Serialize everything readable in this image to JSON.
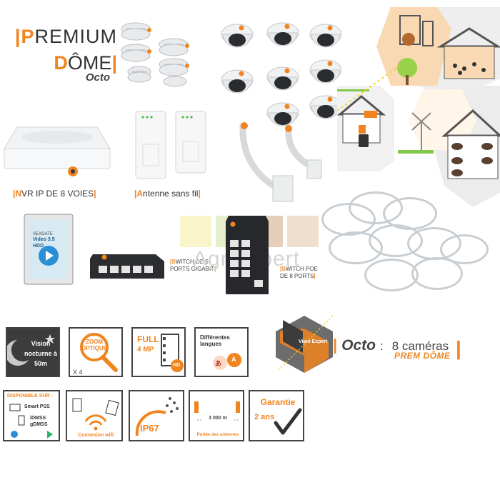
{
  "title": {
    "line1_initial": "P",
    "line1_rest": "REMIUM",
    "line2_initial": "D",
    "line2_rest": "ÔME",
    "line3": "Octo"
  },
  "products": {
    "nvr_initial": "N",
    "nvr_rest": "VR IP DE 8 VOIES",
    "antenna_initial": "A",
    "antenna_rest": "ntenne sans fil",
    "hdd_label_line1": "Video 3.5",
    "hdd_label_line2": "HDD",
    "hdd_brand": "SEAGATE",
    "switch5_initial": "S",
    "switch5_rest": "WITCH DE 5 PORTS GIGABIT",
    "switch_poe_initial": "S",
    "switch_poe_rest": "WITCH POE DE 8 PORTS",
    "watermark": "AgriExpert"
  },
  "features": {
    "vision": "Vision nocturne à 50m",
    "zoom": "ZOOM OPTIQUE",
    "zoom_factor": "X 4",
    "full": "FULL",
    "mp": "4 MP",
    "hd": "HD",
    "languages": "Différentes langues",
    "lang_glyph1": "あ",
    "lang_glyph2": "A",
    "available_title": "DISPONIBLE SUR :",
    "app1": "Smart PSS",
    "app2": "iDMSS",
    "app3": "gDMSS",
    "wifi": "Connexion wifi",
    "ip": "IP67",
    "range_value": "3 000 m",
    "range_label": "Portée des antennes",
    "warranty_line1": "Garantie",
    "warranty_line2": "2 ans"
  },
  "octo": {
    "logo_text": "Visio Expert",
    "name": "Octo",
    "colon": ":",
    "cameras": "8 caméras",
    "sub": "PREM DÔME"
  },
  "colors": {
    "accent": "#f0851f",
    "dark": "#3c3c3c",
    "gray": "#c9ced2"
  }
}
